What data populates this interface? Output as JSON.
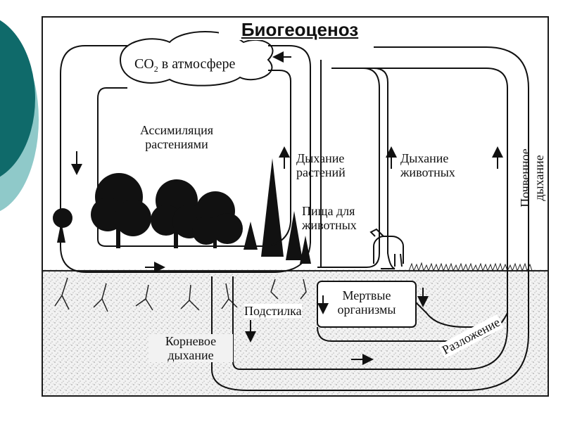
{
  "slide": {
    "accent_colors": [
      "#0f6a6a",
      "#8fc9c9"
    ]
  },
  "diagram": {
    "title": "Биогеоценоз",
    "labels": {
      "co2_prefix": "CO",
      "co2_sub": "2",
      "co2_suffix": " в атмосфере",
      "assimilation_line1": "Ассимиляция",
      "assimilation_line2": "растениями",
      "plant_resp_line1": "Дыхание",
      "plant_resp_line2": "растений",
      "food_line1": "Пища для",
      "food_line2": "животных",
      "animal_resp_line1": "Дыхание",
      "animal_resp_line2": "животных",
      "soil_resp_line1": "Почвенное",
      "soil_resp_line2": "дыхание",
      "litter": "Подстилка",
      "dead_line1": "Мертвые",
      "dead_line2": "организмы",
      "decomposition": "Разложение",
      "root_resp_line1": "Корневое",
      "root_resp_line2": "дыхание"
    },
    "arrows": [
      "left",
      "down",
      "up",
      "up",
      "up",
      "right",
      "down",
      "down",
      "down",
      "right"
    ]
  }
}
